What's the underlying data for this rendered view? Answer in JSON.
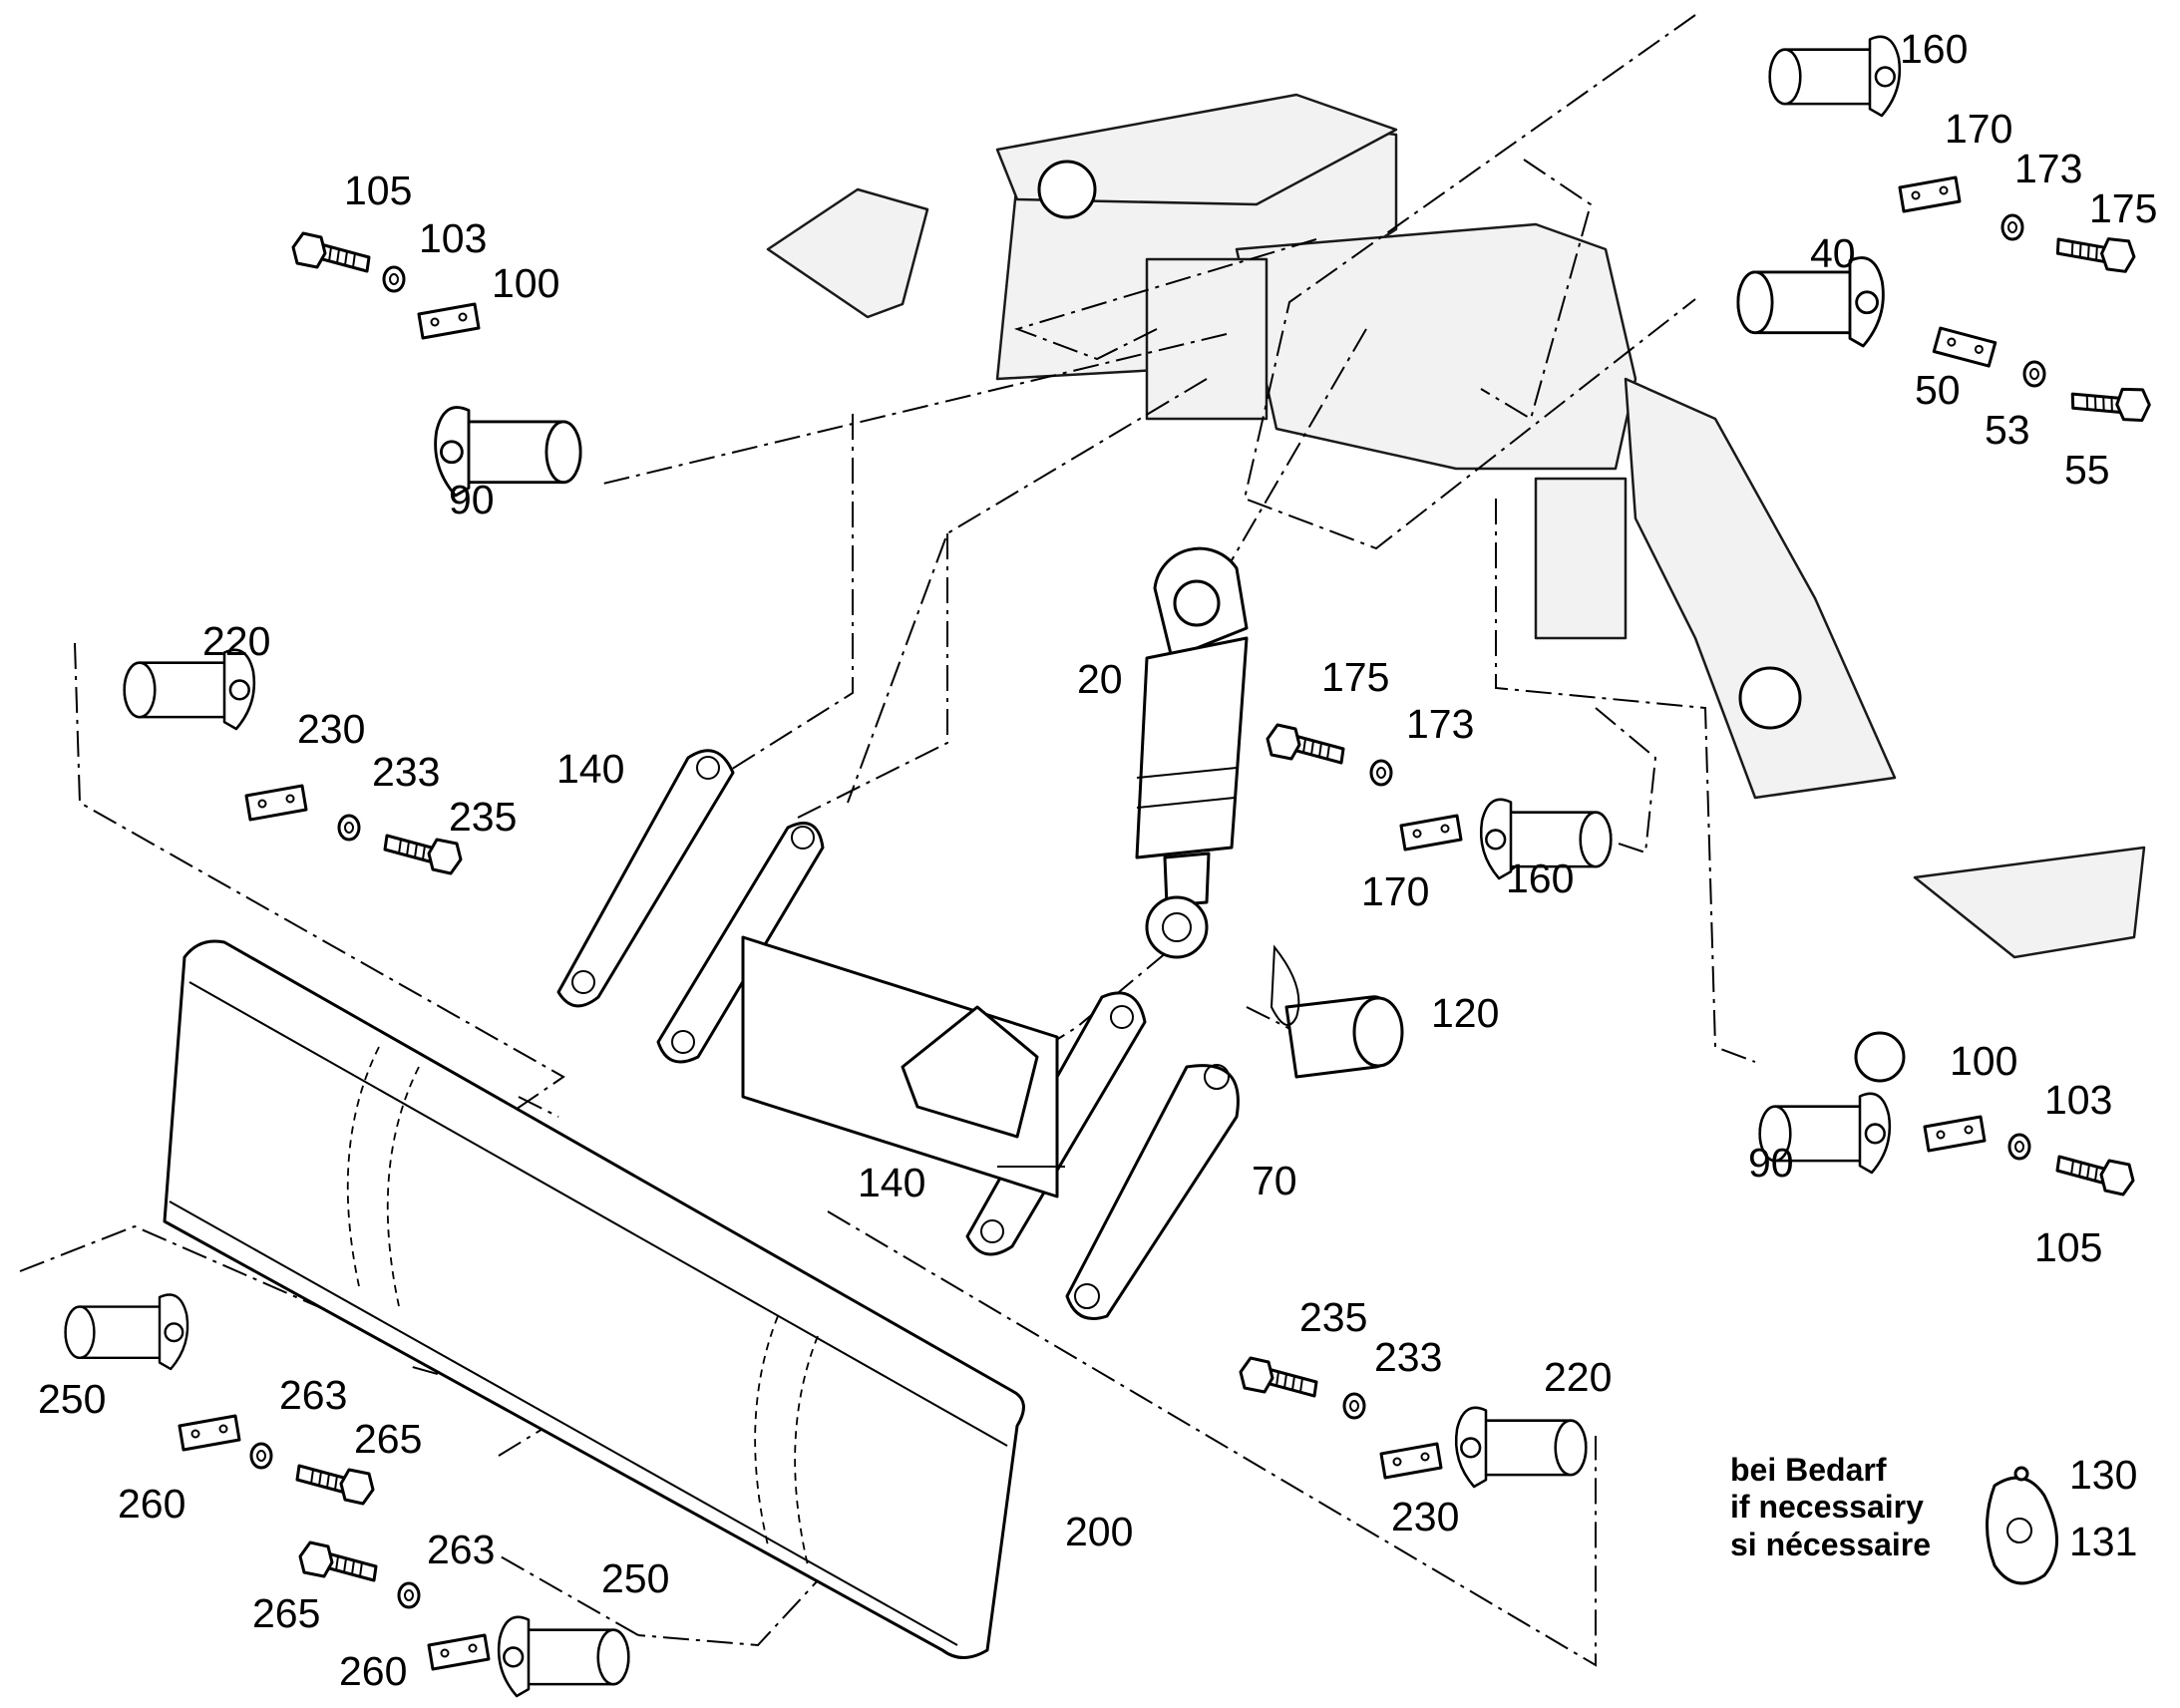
{
  "labels": {
    "p20": "20",
    "p40": "40",
    "p50": "50",
    "p53": "53",
    "p55": "55",
    "p70": "70",
    "p90a": "90",
    "p90b": "90",
    "p100a": "100",
    "p100b": "100",
    "p103a": "103",
    "p103b": "103",
    "p105a": "105",
    "p105b": "105",
    "p120": "120",
    "p130": "130",
    "p131": "131",
    "p140a": "140",
    "p140b": "140",
    "p160a": "160",
    "p160b": "160",
    "p170a": "170",
    "p170b": "170",
    "p173a": "173",
    "p173b": "173",
    "p175a": "175",
    "p175b": "175",
    "p200": "200",
    "p220a": "220",
    "p220b": "220",
    "p230a": "230",
    "p230b": "230",
    "p233a": "233",
    "p233b": "233",
    "p235a": "235",
    "p235b": "235",
    "p250a": "250",
    "p250b": "250",
    "p260a": "260",
    "p260b": "260",
    "p263a": "263",
    "p263b": "263",
    "p265a": "265",
    "p265b": "265"
  },
  "note": {
    "de": "bei Bedarf",
    "en": "if necessairy",
    "fr": "si nécessaire"
  }
}
